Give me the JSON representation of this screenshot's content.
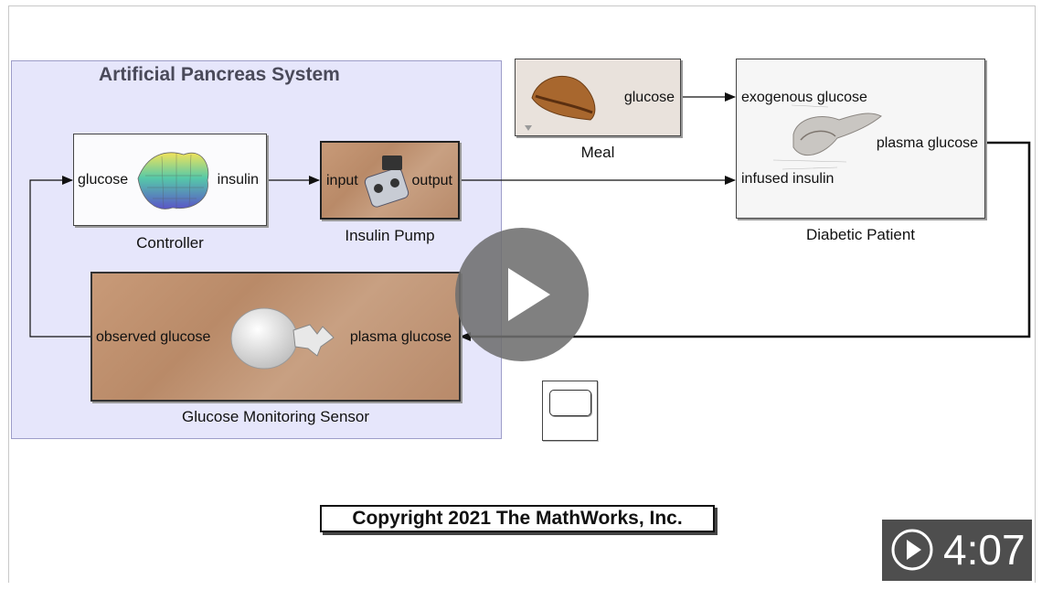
{
  "diagram": {
    "subsystem_title": "Artificial Pancreas System",
    "blocks": {
      "controller": {
        "caption": "Controller",
        "in_port": "glucose",
        "out_port": "insulin"
      },
      "insulin_pump": {
        "caption": "Insulin Pump",
        "in_port": "input",
        "out_port": "output"
      },
      "sensor": {
        "caption": "Glucose Monitoring Sensor",
        "in_port": "observed glucose",
        "out_port": "plasma glucose"
      },
      "meal": {
        "caption": "Meal",
        "out_port": "glucose"
      },
      "patient": {
        "caption": "Diabetic Patient",
        "in_port_1": "exogenous glucose",
        "in_port_2": "infused insulin",
        "out_port": "plasma glucose"
      }
    },
    "copyright": "Copyright 2021 The MathWorks, Inc."
  },
  "player": {
    "duration": "4:07",
    "play_icon": "play-icon",
    "duration_icon": "play-circle-icon"
  },
  "colors": {
    "subsystem_bg": "#e6e6fb",
    "wood": "#c49878",
    "overlay": "#6e6e6e"
  }
}
